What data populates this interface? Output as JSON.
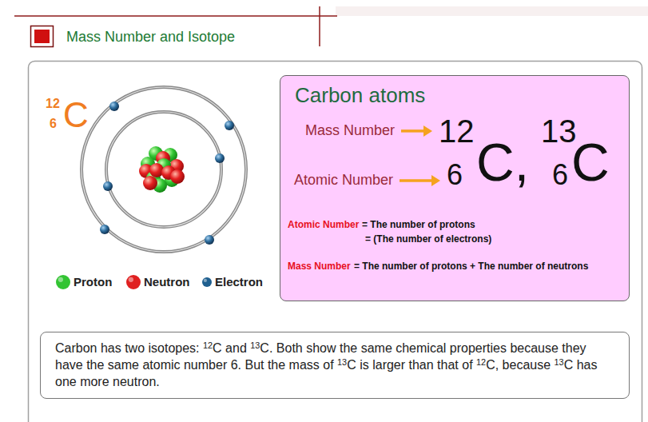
{
  "diagram": {
    "title": "Mass Number and Isotope",
    "nodes": [
      {
        "text": [
          "Carbon atoms",
          "Mass Number",
          "Atomic Number",
          "12",
          "6",
          "C,",
          "13",
          "6",
          "C",
          "Atomic Number",
          "= The number of protons",
          "= (The number of electrons)",
          "Mass Number",
          "= The number of protons + The number of neutrons"
        ]
      },
      {
        "text": [
          "Carbon has two isotopes: 12C and 13C. Both show the same chemical properties because they have the same atomic number 6. But the mass of 13C is larger than that of 12C, because 13C has one more neutron."
        ]
      }
    ],
    "labels": [
      "12",
      "6",
      "C"
    ],
    "legend": [
      {
        "text": "Proton",
        "color": "#33c433"
      },
      {
        "text": "Neutron",
        "color": "#e02020"
      },
      {
        "text": "Electron",
        "color": "#1f5f8f"
      }
    ]
  }
}
